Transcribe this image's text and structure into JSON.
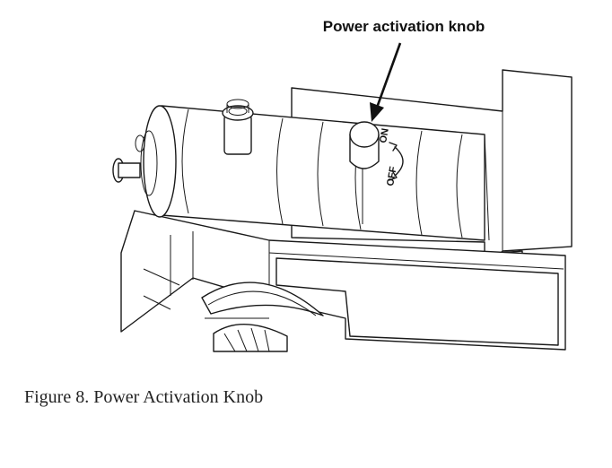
{
  "callout": {
    "label": "Power activation knob"
  },
  "knob_markings": {
    "on": "ON",
    "off": "OFF"
  },
  "caption": {
    "text": "Figure 8. Power Activation Knob"
  }
}
